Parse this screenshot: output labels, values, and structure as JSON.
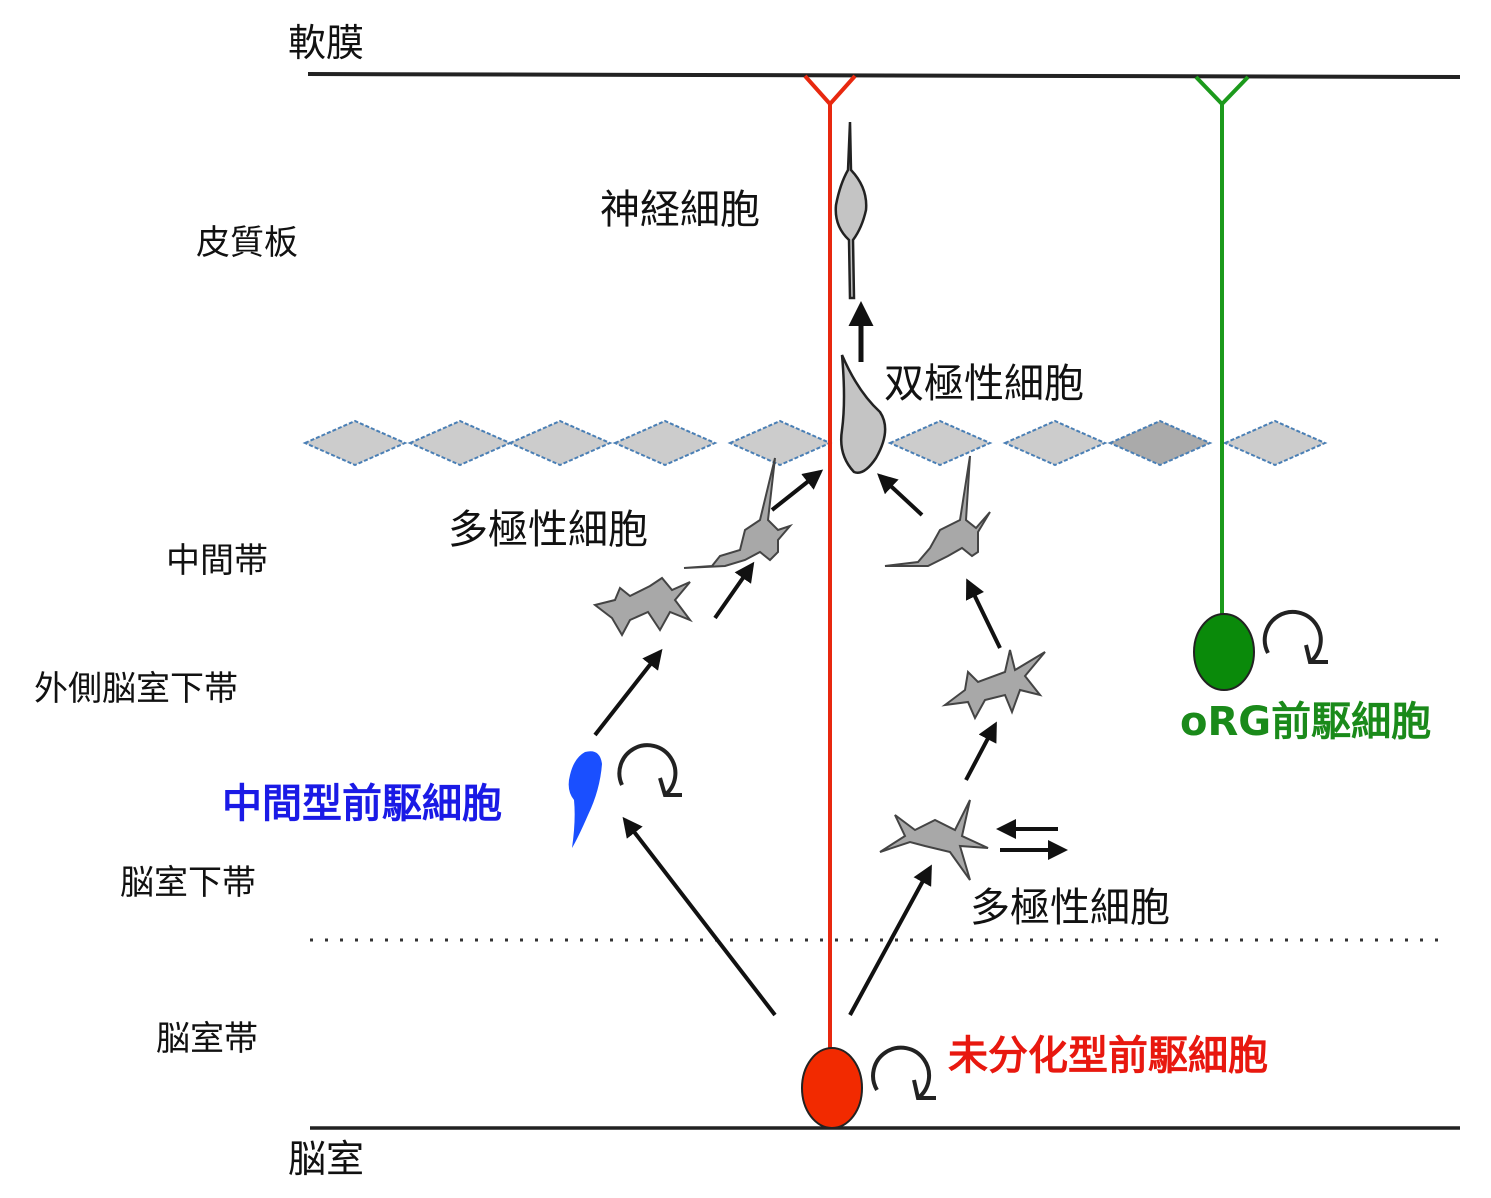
{
  "diagram": {
    "boundaries": {
      "pia": "軟膜",
      "ventricle": "脳室"
    },
    "layers": {
      "cortical_plate": "皮質板",
      "intermediate_zone": "中間帯",
      "outer_svz": "外側脳室下帯",
      "svz": "脳室下帯",
      "vz": "脳室帯"
    },
    "cells": {
      "neuron": "神経細胞",
      "bipolar": "双極性細胞",
      "multipolar_left": "多極性細胞",
      "multipolar_right": "多極性細胞"
    },
    "progenitors": {
      "radial_glia": {
        "label": "未分化型前駆細胞",
        "color": "#e8180f"
      },
      "intermediate": {
        "label": "中間型前駆細胞",
        "color": "#1a1ae6"
      },
      "org": {
        "label": "oRG前駆細胞",
        "color": "#1a8a1a"
      }
    },
    "colors": {
      "cell_fill": "#c4c4c4",
      "subplate_fill": "#cccccc",
      "subplate_stroke": "#4a7fb5",
      "arrow": "#111111"
    },
    "icons": [
      "self-renewal-arrow-icon",
      "migration-arrow-icon",
      "bidirectional-arrows-icon"
    ]
  }
}
